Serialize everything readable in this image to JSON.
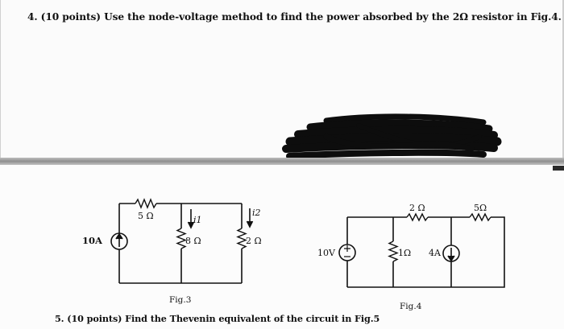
{
  "question4": {
    "text": "4. (10 points) Use the node-voltage method to find the power absorbed by the 2Ω resistor in Fig.4."
  },
  "figure3": {
    "caption": "Fig.3",
    "source_label": "10A",
    "resistor_5": "5 Ω",
    "resistor_8": "8 Ω",
    "resistor_2": "2 Ω",
    "current_i1": "i1",
    "current_i2": "i2"
  },
  "figure4": {
    "caption": "Fig.4",
    "source_label": "10V",
    "resistor_2": "2 Ω",
    "resistor_5": "5Ω",
    "resistor_1": "1Ω",
    "current_source": "4A"
  },
  "question5": {
    "text": "5. (10 points) Find the Thevenin equivalent of the circuit in Fig.5"
  },
  "colors": {
    "ink": "#111111",
    "redaction": "#0d0d0d",
    "divider": "#a8a8a8"
  }
}
